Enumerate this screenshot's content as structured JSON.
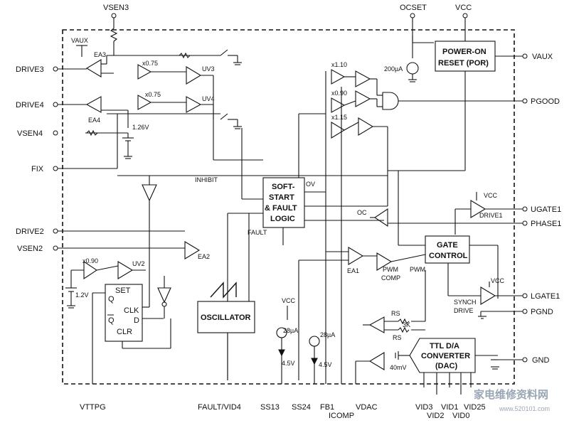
{
  "pins": {
    "vsen3": "VSEN3",
    "ocset": "OCSET",
    "vcc": "VCC",
    "drive3": "DRIVE3",
    "drive4": "DRIVE4",
    "vsen4": "VSEN4",
    "fix": "FIX",
    "drive2": "DRIVE2",
    "vsen2": "VSEN2",
    "vaux": "VAUX",
    "pgood": "PGOOD",
    "ugate1": "UGATE1",
    "phase1": "PHASE1",
    "lgate1": "LGATE1",
    "pgnd": "PGND",
    "gnd": "GND",
    "vttpg": "VTTPG",
    "fault_vid4": "FAULT/VID4",
    "ss13": "SS13",
    "ss24": "SS24",
    "fb1": "FB1",
    "icomp": "ICOMP",
    "vdac": "VDAC",
    "vid3": "VID3",
    "vid2": "VID2",
    "vid1": "VID1",
    "vid0": "VID0",
    "vid25": "VID25"
  },
  "blocks": {
    "por_line1": "POWER-ON",
    "por_line2": "RESET (POR)",
    "soft_line1": "SOFT-",
    "soft_line2": "START",
    "soft_line3": "& FAULT",
    "soft_line4": "LOGIC",
    "gate_line1": "GATE",
    "gate_line2": "CONTROL",
    "oscillator": "OSCILLATOR",
    "dac_line1": "TTL D/A",
    "dac_line2": "CONVERTER",
    "dac_line3": "(DAC)",
    "latch_set": "SET",
    "latch_q": "Q",
    "latch_qbar": "Q",
    "latch_clk": "CLK",
    "latch_d": "D",
    "latch_clr": "CLR"
  },
  "labels": {
    "vaux_small": "VAUX",
    "ea3": "EA3",
    "ea4": "EA4",
    "ea2": "EA2",
    "ea1": "EA1",
    "x075a": "x0.75",
    "x075b": "x0.75",
    "x090a": "x0.90",
    "x110": "x1.10",
    "x090b": "x0.90",
    "x115": "x1.15",
    "uv3": "UV3",
    "uv4": "UV4",
    "uv2": "UV2",
    "v126": "1.26V",
    "v12": "1.2V",
    "inhibit": "INHIBIT",
    "ov": "OV",
    "oc": "OC",
    "fault": "FAULT",
    "i200": "200µA",
    "i28a": "28µA",
    "i28b": "28µA",
    "v45a": "4.5V",
    "v45b": "4.5V",
    "vcc_ss": "VCC",
    "vcc_drive1": "VCC",
    "vcc_lgate": "VCC",
    "drive1": "DRIVE1",
    "pwm_comp1": "PWM",
    "pwm_comp2": "COMP",
    "pwm": "PWM",
    "synch1": "SYNCH",
    "synch2": "DRIVE",
    "rs1": "RS",
    "rs2": "RS",
    "r3k": "3K",
    "mv40": "40mV"
  },
  "watermark": {
    "cn": "家电维修资料网",
    "url": "www.520101.com"
  }
}
